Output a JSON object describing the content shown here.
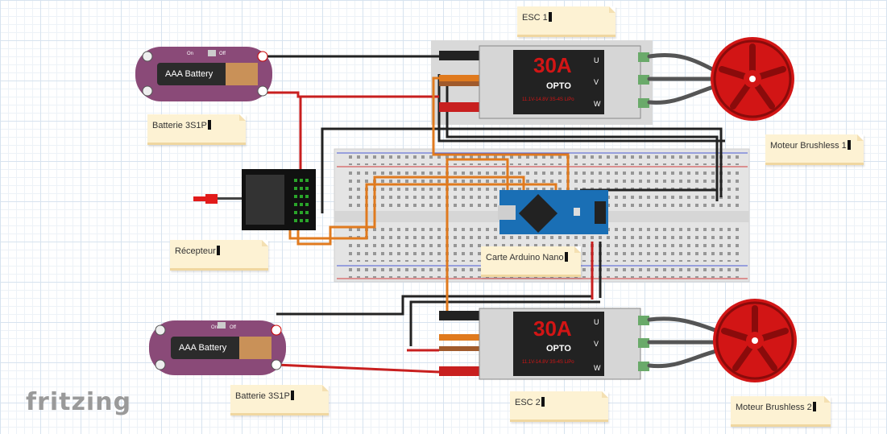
{
  "app": {
    "logo_text": "fritzing"
  },
  "notes": {
    "esc1": "ESC 1",
    "esc2": "ESC 2",
    "battery_top": "Batterie 3S1P",
    "battery_bottom": "Batterie 3S1P",
    "motor1": "Moteur Brushless 1",
    "motor2": "Moteur Brushless 2",
    "receiver": "Récepteur",
    "arduino": "Carte Arduino Nano"
  },
  "battery": {
    "label": "AAA Battery",
    "on": "On",
    "off": "Off"
  },
  "esc": {
    "rating": "30A",
    "brand": "OPTO",
    "spec": "11.1V-14.8V 3S-4S LiPo",
    "phase_u": "U",
    "phase_v": "V",
    "phase_w": "W"
  },
  "colors": {
    "wire_red": "#c81f1f",
    "wire_black": "#222222",
    "wire_orange": "#e07a1e",
    "motor_red": "#d21515",
    "battery_purple": "#8a4a78",
    "arduino_blue": "#1a6fb5",
    "note_yellow": "#fdf2d3"
  }
}
